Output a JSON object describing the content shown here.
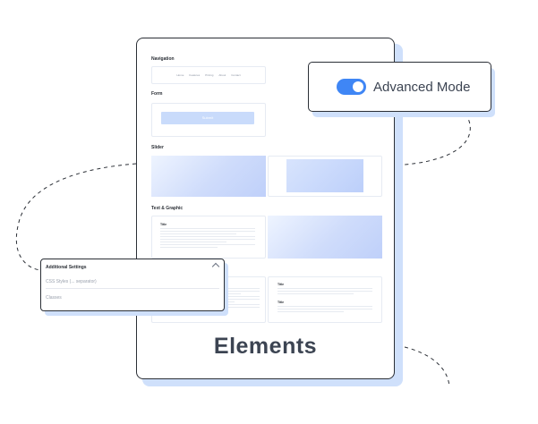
{
  "panel": {
    "sections": {
      "navigation": "Navigation",
      "form": "Form",
      "slider": "Slider",
      "text_graphic": "Text & Graphic"
    },
    "nav_items": [
      "Home",
      "Features",
      "Pricing",
      "About",
      "Contact"
    ],
    "form_button": "Submit",
    "text_title": "Title",
    "card_titles": [
      "Title",
      "Title"
    ],
    "footer_title": "Elements"
  },
  "advanced_mode": {
    "label": "Advanced Mode",
    "enabled": true
  },
  "additional_settings": {
    "title": "Additional Settings",
    "css_placeholder": "CSS Styles (... separator)",
    "second_field": "Classes"
  },
  "colors": {
    "accent": "#3f86f5",
    "shadow": "#cfe0fb",
    "heading": "#3c4452"
  },
  "icons": [
    "chevron-up-icon"
  ]
}
